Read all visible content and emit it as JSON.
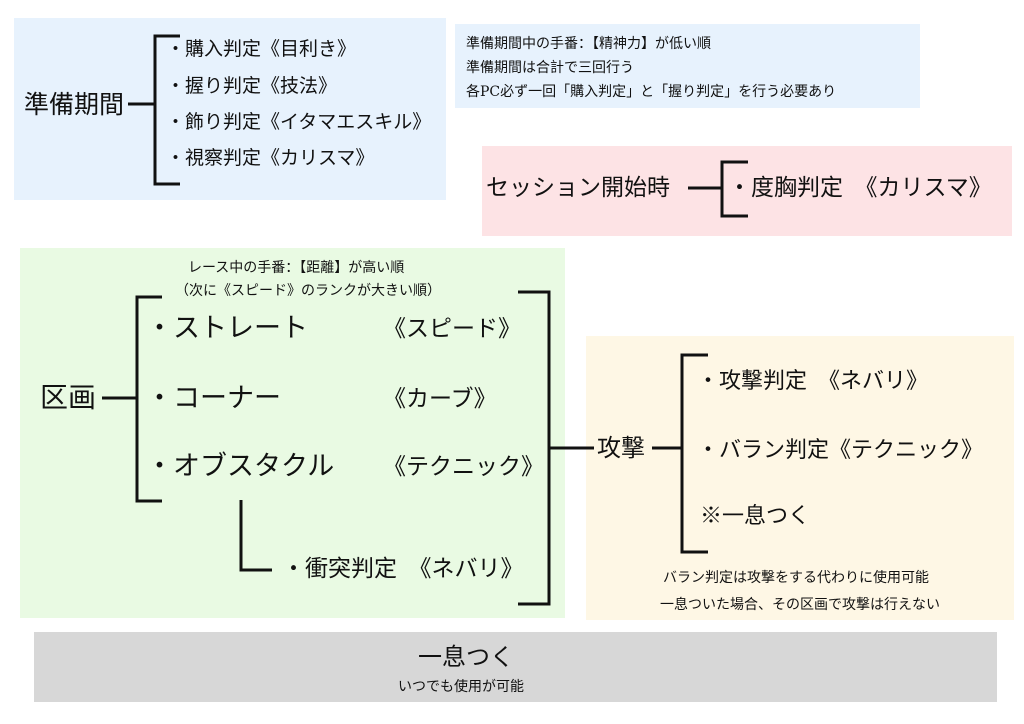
{
  "colors": {
    "prep_bg": "#e7f2fd",
    "note_bg": "#e7f2fd",
    "session_bg": "#fde3e5",
    "race_bg": "#e9fae3",
    "attack_bg": "#fef7e5",
    "rest_bg": "#d7d7d7",
    "line": "#111111"
  },
  "prep": {
    "title": "準備期間",
    "items": [
      "・購入判定《目利き》",
      "・握り判定《技法》",
      "・飾り判定《イタマエスキル》",
      "・視察判定《カリスマ》"
    ]
  },
  "prep_note": {
    "lines": [
      "準備期間中の手番：【精神力】が低い順",
      "準備期間は合計で三回行う",
      "各PC必ず一回「購入判定」と「握り判定」を行う必要あり"
    ]
  },
  "session": {
    "title": "セッション開始時",
    "item": "・度胸判定　《カリスマ》"
  },
  "race": {
    "note_line1": "レース中の手番：【距離】が高い順",
    "note_line2": "（次に《スピード》のランクが大きい順）",
    "title": "区画",
    "items": [
      {
        "name": "・ストレート",
        "skill": "《スピード》"
      },
      {
        "name": "・コーナー",
        "skill": "《カーブ》"
      },
      {
        "name": "・オブスタクル",
        "skill": "《テクニック》"
      }
    ],
    "collision": "・衝突判定　《ネバリ》"
  },
  "attack": {
    "title": "攻撃",
    "items": [
      "・攻撃判定　《ネバリ》",
      "・バラン判定《テクニック》",
      "※一息つく"
    ],
    "note_line1": "バラン判定は攻撃をする代わりに使用可能",
    "note_line2": "一息ついた場合、その区画で攻撃は行えない"
  },
  "rest": {
    "title": "一息つく",
    "subtitle": "いつでも使用が可能"
  }
}
